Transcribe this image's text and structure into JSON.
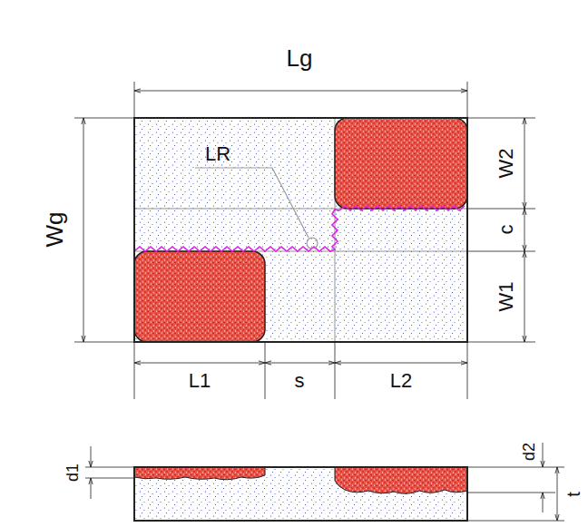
{
  "diagram": {
    "labels": [
      "Lg",
      "Wg",
      "LR",
      "W2",
      "c",
      "W1",
      "L1",
      "s",
      "L2",
      "d1",
      "d2",
      "t"
    ]
  }
}
